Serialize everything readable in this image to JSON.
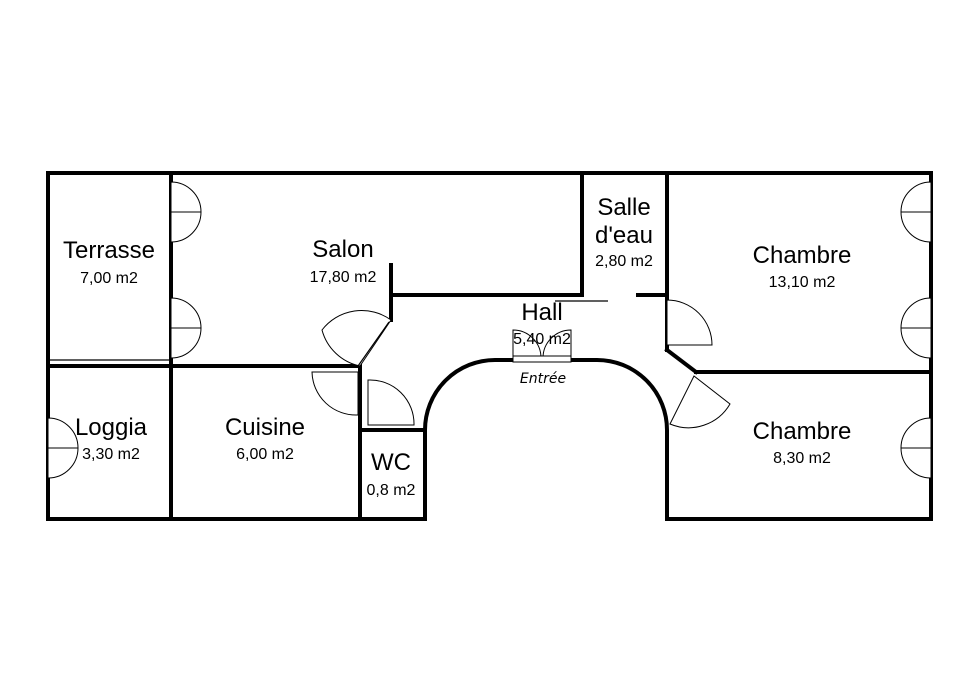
{
  "rooms": [
    {
      "id": "terrasse",
      "name": [
        "Terrasse"
      ],
      "area": "7,00 m2"
    },
    {
      "id": "salon",
      "name": [
        "Salon"
      ],
      "area": "17,80 m2"
    },
    {
      "id": "salle-eau",
      "name": [
        "Salle",
        "d'eau"
      ],
      "area": "2,80 m2"
    },
    {
      "id": "chambre-1",
      "name": [
        "Chambre"
      ],
      "area": "13,10 m2"
    },
    {
      "id": "hall",
      "name": [
        "Hall"
      ],
      "area": "5,40 m2"
    },
    {
      "id": "loggia",
      "name": [
        "Loggia"
      ],
      "area": "3,30 m2"
    },
    {
      "id": "cuisine",
      "name": [
        "Cuisine"
      ],
      "area": "6,00 m2"
    },
    {
      "id": "wc",
      "name": [
        "WC"
      ],
      "area": "0,8 m2"
    },
    {
      "id": "chambre-2",
      "name": [
        "Chambre"
      ],
      "area": "8,30 m2"
    }
  ],
  "entrance": {
    "label": "Entrée"
  }
}
